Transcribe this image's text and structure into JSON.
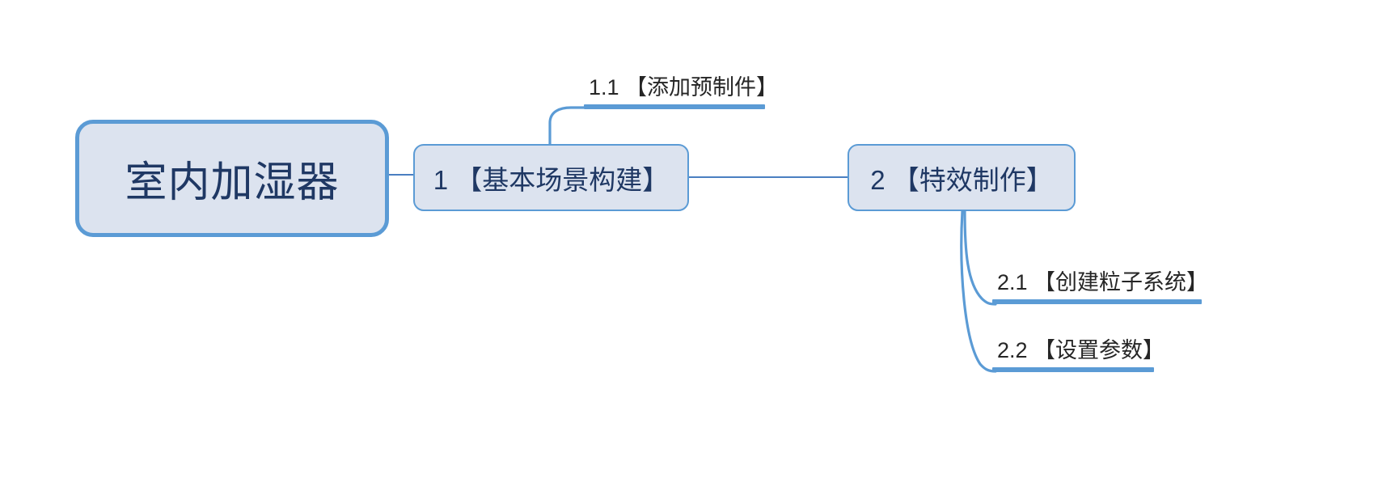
{
  "diagram": {
    "type": "mindmap",
    "title": "室内加湿器",
    "palette": {
      "node_fill": "#DCE3EF",
      "node_border": "#5B9BD5",
      "node_text": "#1F3864",
      "leaf_text": "#262626",
      "connector": "#5B9BD5",
      "background": "#FFFFFF"
    },
    "root": {
      "label": "室内加湿器"
    },
    "nodes": [
      {
        "id": "1",
        "label": "1 【基本场景构建】",
        "children": [
          {
            "id": "1.1",
            "label": "1.1 【添加预制件】"
          }
        ]
      },
      {
        "id": "2",
        "label": "2 【特效制作】",
        "children": [
          {
            "id": "2.1",
            "label": "2.1 【创建粒子系统】"
          },
          {
            "id": "2.2",
            "label": "2.2 【设置参数】"
          }
        ]
      }
    ]
  }
}
